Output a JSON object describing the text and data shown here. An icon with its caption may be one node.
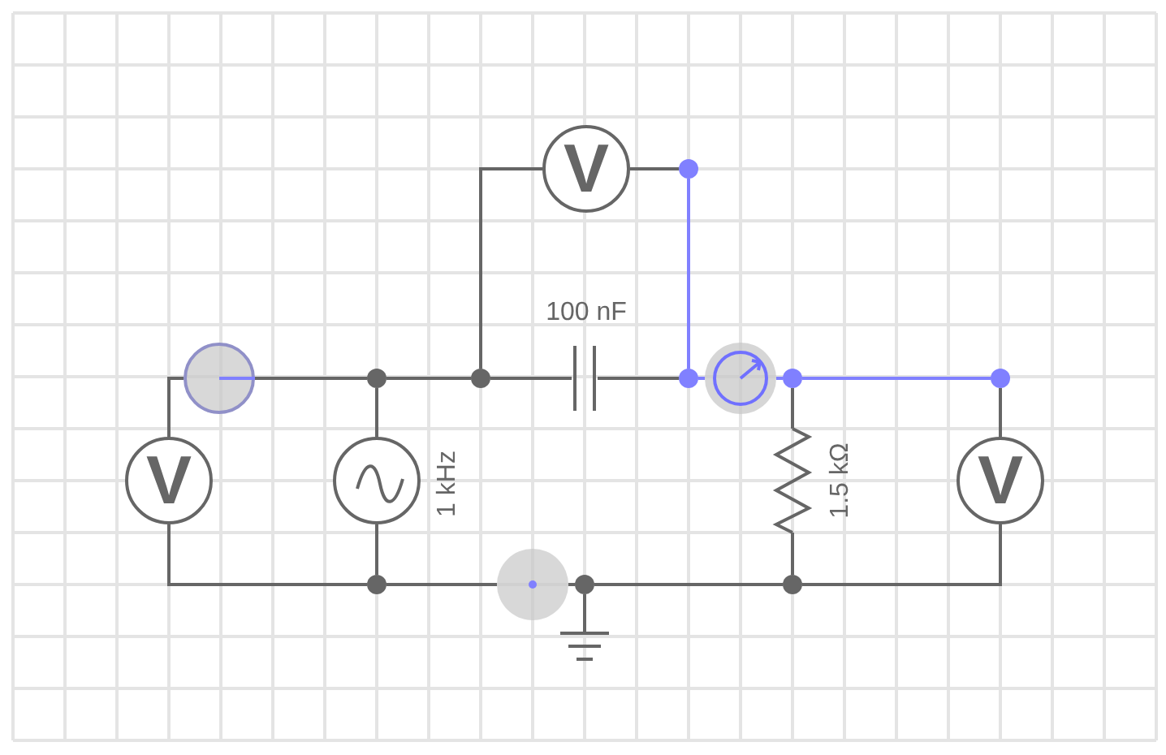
{
  "diagram": {
    "nodes": [
      {
        "text": [
          "V"
        ]
      },
      {
        "text": [],
        "shape": "dot"
      },
      {
        "text": [],
        "shape": "circle"
      },
      {
        "text": [],
        "shape": "dot"
      },
      {
        "text": [],
        "shape": "dot"
      },
      {
        "text": [],
        "shape": "capacitor",
        "beside": [
          "100 nF"
        ]
      },
      {
        "text": [],
        "shape": "dot"
      },
      {
        "text": [],
        "shape": "gauge"
      },
      {
        "text": [],
        "shape": "dot"
      },
      {
        "text": [],
        "shape": "dot"
      },
      {
        "text": [
          "V"
        ]
      },
      {
        "text": [],
        "shape": "circle",
        "beside": [
          "1 kHz"
        ]
      },
      {
        "text": [],
        "shape": "resistor",
        "beside": [
          "1.5 kΩ"
        ]
      },
      {
        "text": [
          "V"
        ]
      },
      {
        "text": [],
        "shape": "circle"
      },
      {
        "text": [],
        "shape": "dot"
      },
      {
        "text": [],
        "shape": "dot"
      },
      {
        "text": [],
        "shape": "dot"
      },
      {
        "text": [],
        "shape": "ground"
      }
    ],
    "edges": [
      {
        "from": 10,
        "to": 2,
        "arrow": "none"
      },
      {
        "from": 2,
        "to": 3,
        "arrow": "none"
      },
      {
        "from": 3,
        "to": 4,
        "arrow": "none"
      },
      {
        "from": 3,
        "to": 11,
        "arrow": "none"
      },
      {
        "from": 11,
        "to": 15,
        "arrow": "none"
      },
      {
        "from": 10,
        "to": 15,
        "arrow": "none"
      },
      {
        "from": 4,
        "to": 0,
        "arrow": "none"
      },
      {
        "from": 4,
        "to": 5,
        "arrow": "none"
      },
      {
        "from": 5,
        "to": 6,
        "arrow": "none"
      },
      {
        "from": 0,
        "to": 1,
        "arrow": "none"
      },
      {
        "from": 1,
        "to": 6,
        "arrow": "none",
        "color": "#8080ff"
      },
      {
        "from": 6,
        "to": 7,
        "arrow": "none",
        "color": "#8080ff"
      },
      {
        "from": 7,
        "to": 8,
        "arrow": "none",
        "color": "#8080ff"
      },
      {
        "from": 8,
        "to": 9,
        "arrow": "none",
        "color": "#8080ff"
      },
      {
        "from": 9,
        "to": 13,
        "arrow": "none"
      },
      {
        "from": 8,
        "to": 12,
        "arrow": "none"
      },
      {
        "from": 12,
        "to": 17,
        "arrow": "none"
      },
      {
        "from": 13,
        "to": 17,
        "arrow": "none"
      },
      {
        "from": 17,
        "to": 16,
        "arrow": "none"
      },
      {
        "from": 16,
        "to": 18,
        "arrow": "none"
      },
      {
        "from": 16,
        "to": 14,
        "arrow": "none"
      },
      {
        "from": 14,
        "to": 15,
        "arrow": "none"
      }
    ]
  }
}
